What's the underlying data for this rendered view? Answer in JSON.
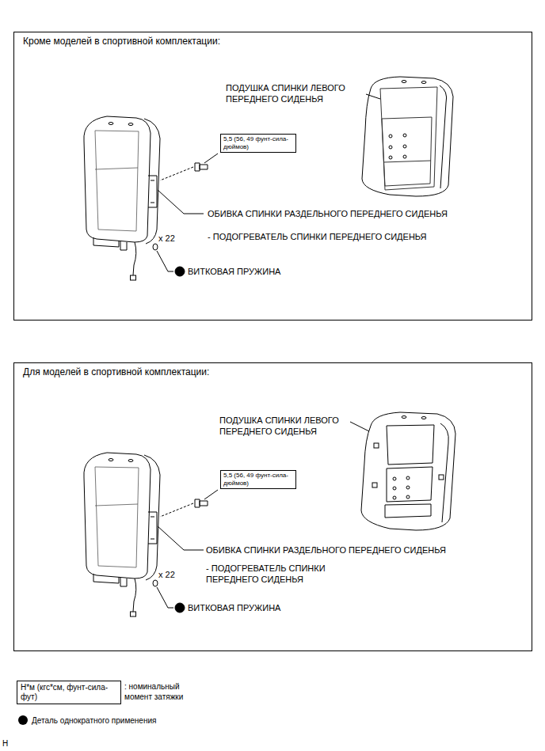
{
  "diagram": {
    "nodes": [
      {
        "text": [
          "Кроме моделей в спортивной комплектации:"
        ]
      },
      {
        "text": [
          "5,5 (56, 49 фунт-сила-дюймов)"
        ],
        "in": 0
      },
      {
        "text": [
          "Для моделей в спортивной комплектации:"
        ]
      },
      {
        "text": [
          "5,5 (56, 49 фунт-сила-дюймов)"
        ],
        "in": 2
      },
      {
        "text": [
          "Н*м (кгс*см, фунт-сила-фут)"
        ]
      }
    ],
    "labels": [
      "ПОДУШКА СПИНКИ ЛЕВОГО ПЕРЕДНЕГО СИДЕНЬЯ",
      "ОБИВКА СПИНКИ РАЗДЕЛЬНОГО ПЕРЕДНЕГО СИДЕНЬЯ",
      "- ПОДОГРЕВАТЕЛЬ СПИНКИ ПЕРЕДНЕГО СИДЕНЬЯ",
      "x 22",
      "ВИТКОВАЯ ПРУЖИНА",
      "ПОДУШКА СПИНКИ ЛЕВОГО ПЕРЕДНЕГО СИДЕНЬЯ",
      "ОБИВКА СПИНКИ РАЗДЕЛЬНОГО ПЕРЕДНЕГО СИДЕНЬЯ",
      "- ПОДОГРЕВАТЕЛЬ СПИНКИ ПЕРЕДНЕГО СИДЕНЬЯ",
      "x 22",
      "ВИТКОВАЯ ПРУЖИНА",
      "H"
    ],
    "legend": [
      {
        "text": ": номинальный момент затяжки"
      },
      {
        "text": "Деталь однократного применения"
      }
    ]
  }
}
